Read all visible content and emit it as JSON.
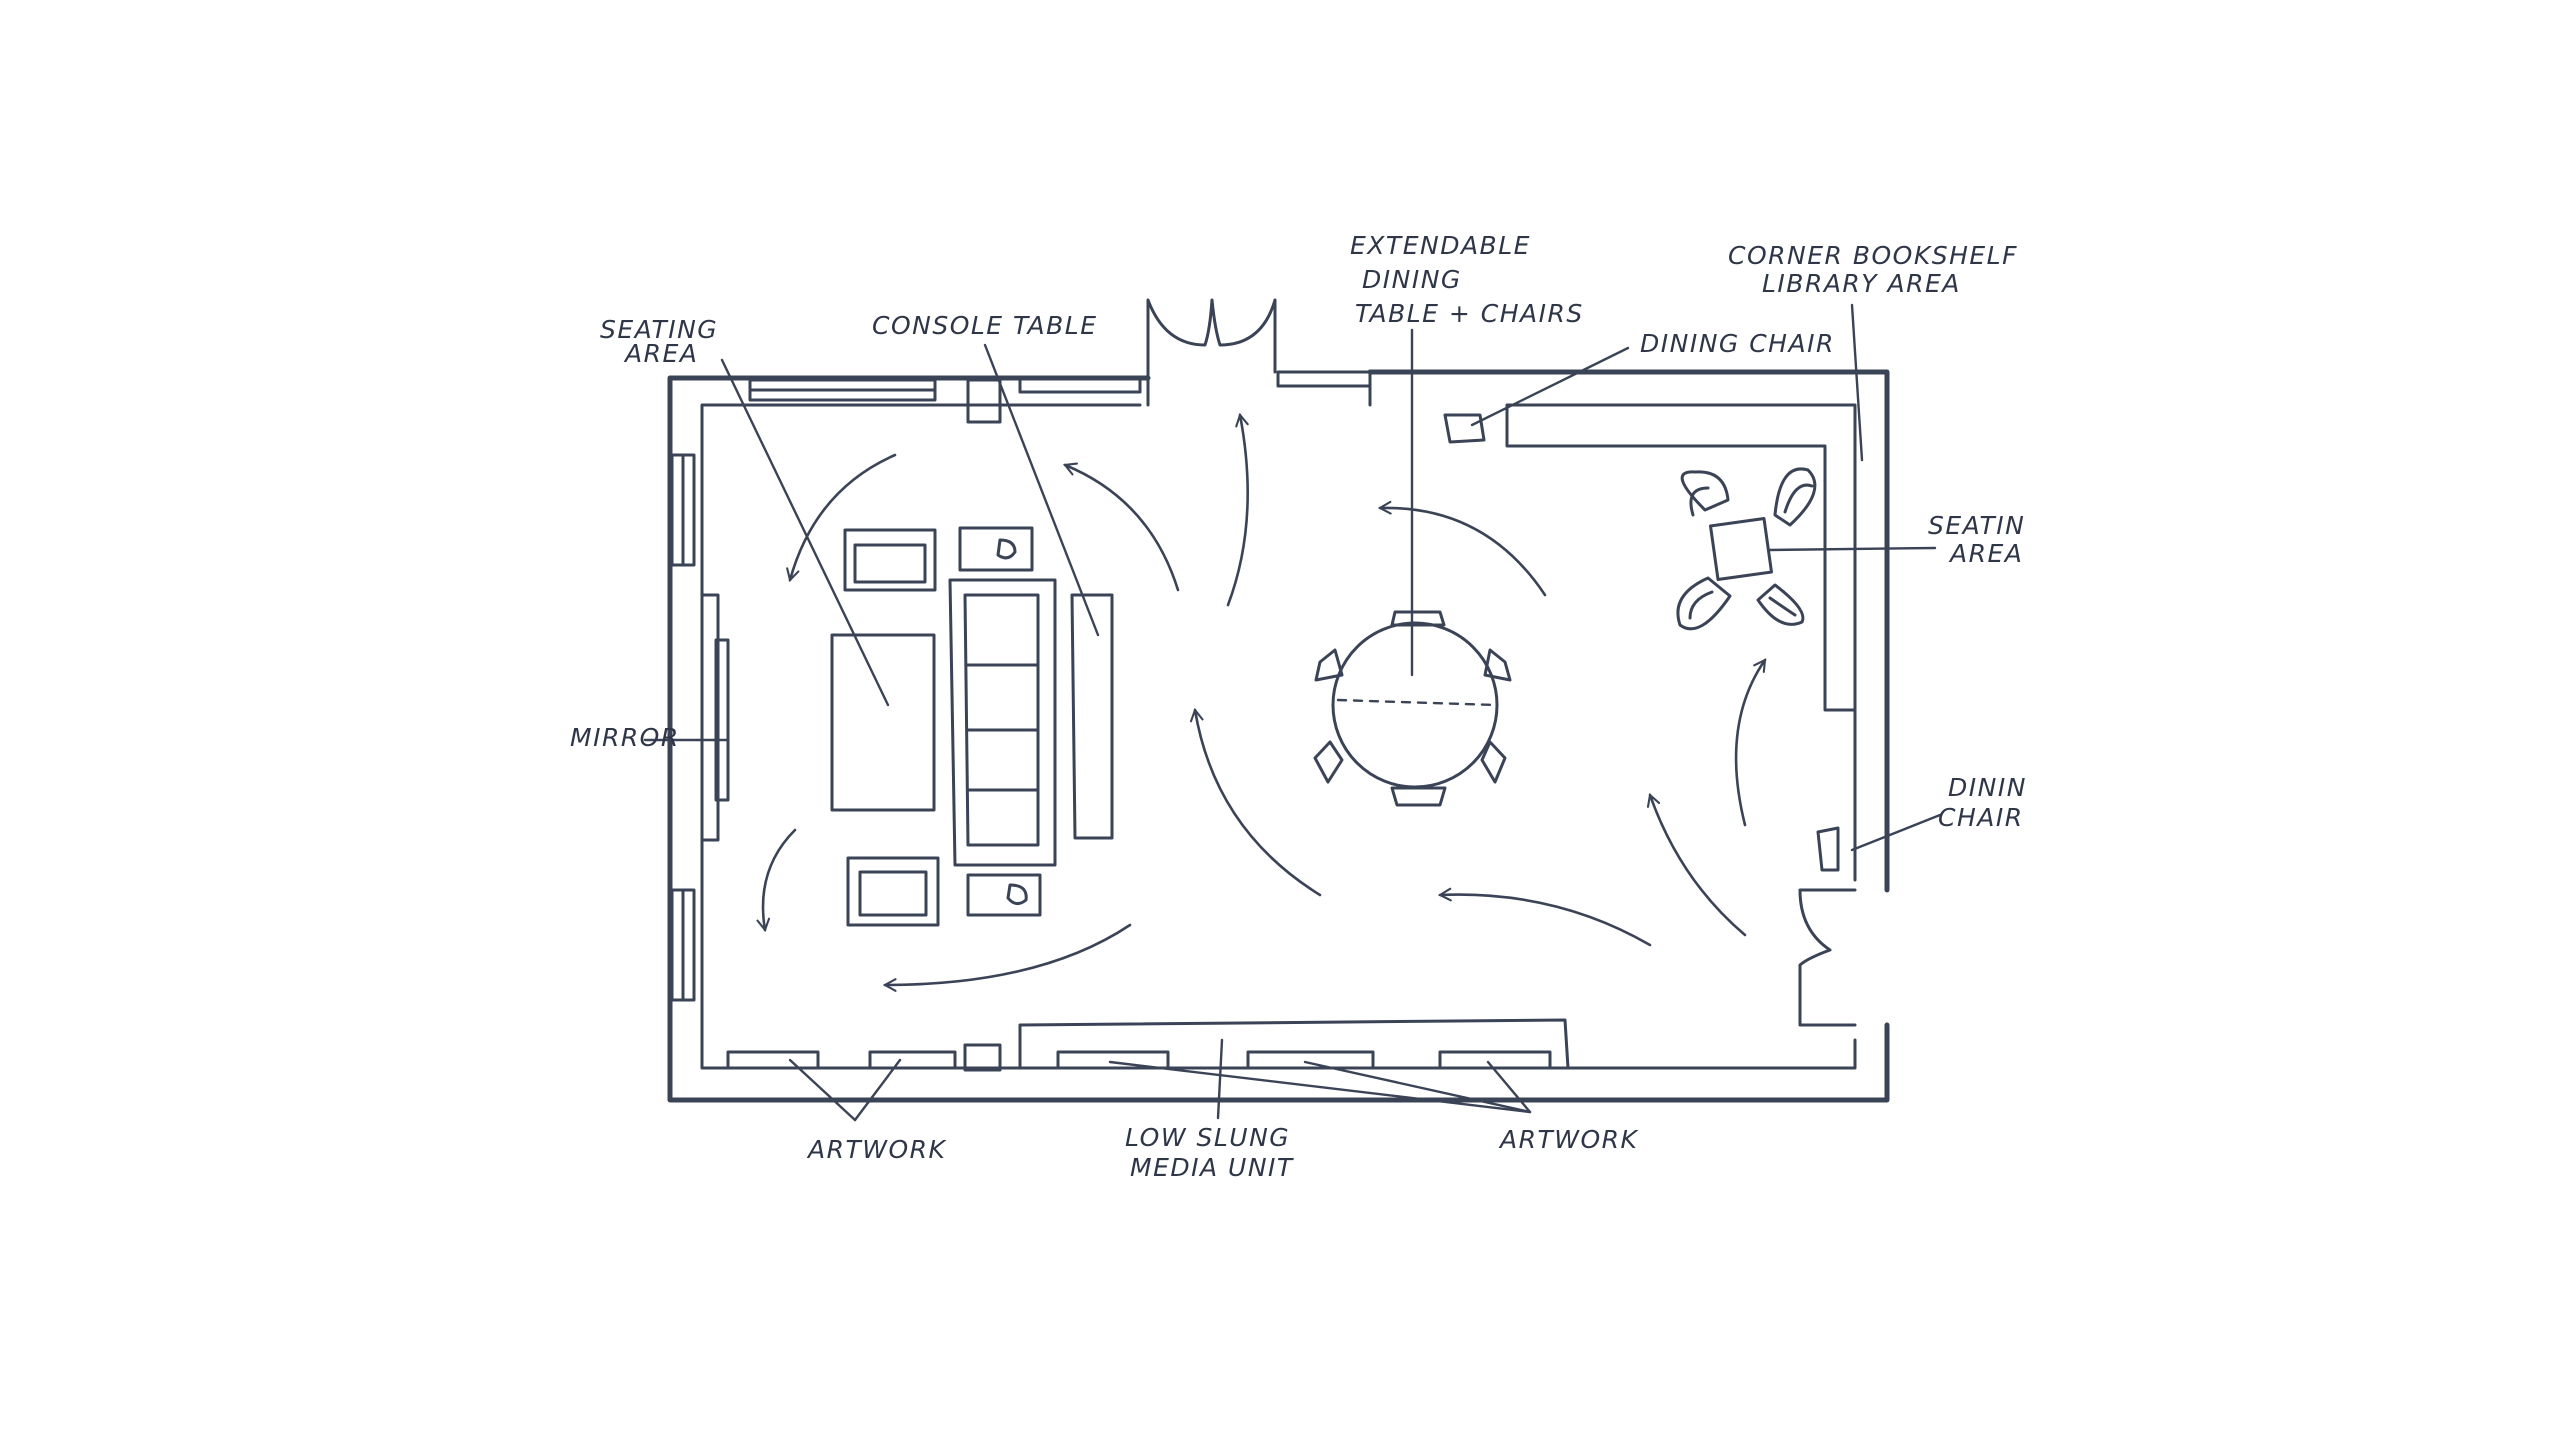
{
  "labels": {
    "seating_area_left_1": "SEATING",
    "seating_area_left_2": "AREA",
    "console_table": "CONSOLE TABLE",
    "extendable_1": "EXTENDABLE",
    "extendable_2": "DINING",
    "extendable_3": "TABLE + CHAIRS",
    "dining_chair_top": "DINING CHAIR",
    "corner_bookshelf_1": "CORNER BOOKSHELF",
    "corner_bookshelf_2": "LIBRARY AREA",
    "seating_area_right_1": "SEATIN",
    "seating_area_right_2": "AREA",
    "mirror": "MIRROR",
    "dining_chair_right_1": "DININ",
    "dining_chair_right_2": "CHAIR",
    "artwork_left": "ARTWORK",
    "media_unit_1": "LOW SLUNG",
    "media_unit_2": "MEDIA UNIT",
    "artwork_right": "ARTWORK"
  },
  "colors": {
    "ink": "#3b4356",
    "paper": "#ffffff"
  }
}
